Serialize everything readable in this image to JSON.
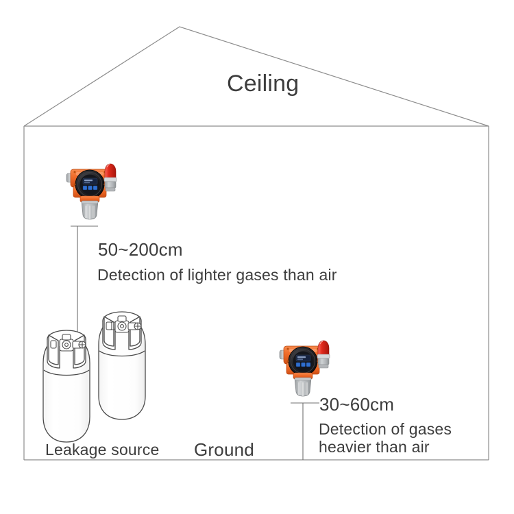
{
  "diagram": {
    "title_region_label": "Ceiling",
    "ground_label": "Ground",
    "leak_label": "Leakage source",
    "room": {
      "outline_color": "#8c8c8c",
      "background": "#ffffff"
    },
    "upper_installation": {
      "dimension_label": "50~200cm",
      "description": "Detection of lighter gases than air",
      "range_cm": [
        50,
        200
      ],
      "device_name": "gas-detector"
    },
    "lower_installation": {
      "dimension_label": "30~60cm",
      "description_line1": "Detection of gases",
      "description_line2": "heavier than air",
      "range_cm": [
        30,
        60
      ],
      "device_name": "gas-detector"
    },
    "detector_colors": {
      "body_orange": "#ee6a28",
      "body_orange_dark": "#cf4f15",
      "body_orange_light": "#f79a62",
      "bezel_black": "#1c1c1e",
      "screen_blue": "#1b2b4d",
      "button_blue": "#2f6fd0",
      "beacon_red": "#e02a1c",
      "guard_gray": "#b4b7ba",
      "guard_gray_dark": "#8d9194"
    },
    "cylinder_colors": {
      "outline": "#4a4a4a",
      "fill": "#ffffff"
    },
    "icons": [
      "gas-detector-icon",
      "alarm-beacon-icon",
      "gas-cylinder-icon",
      "dimension-line-icon"
    ]
  }
}
